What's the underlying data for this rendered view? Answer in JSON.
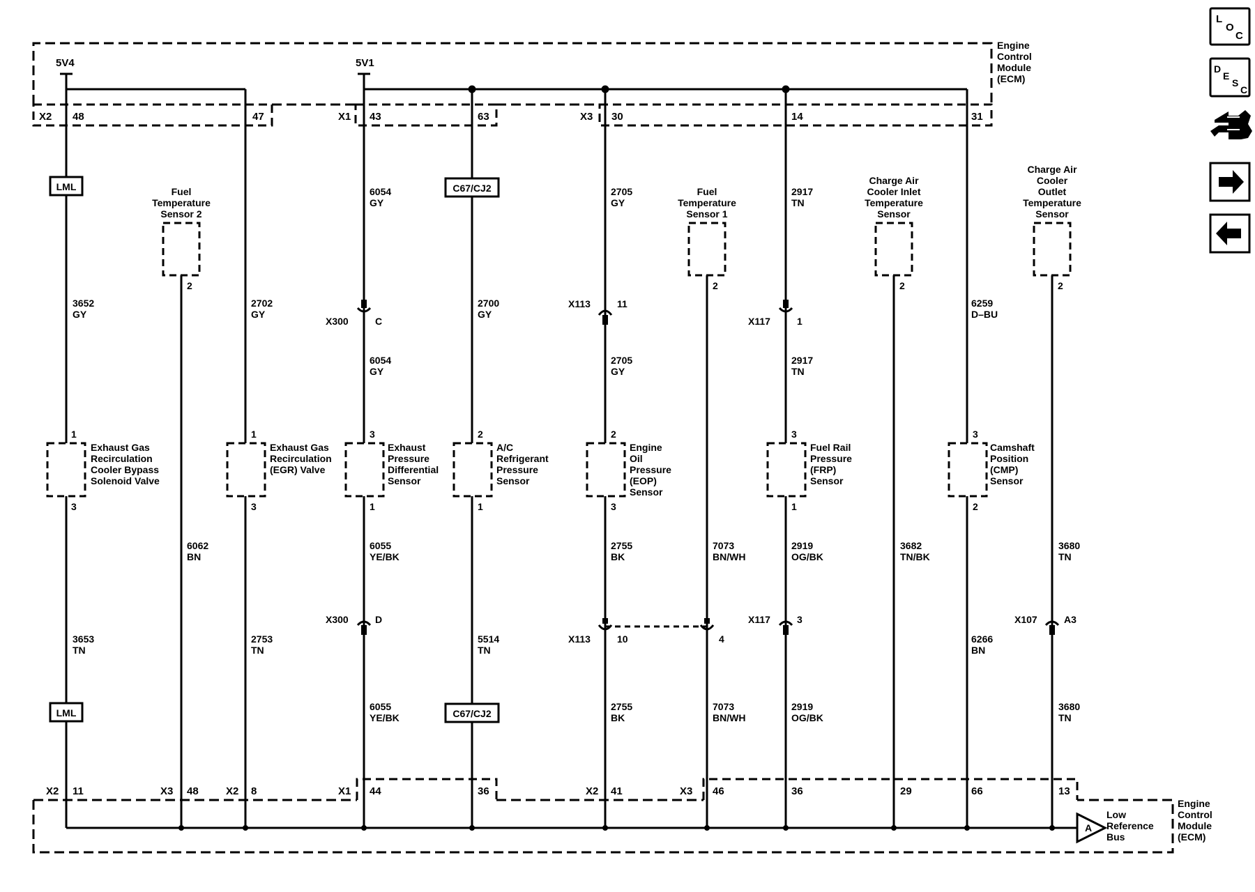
{
  "ecm": {
    "top_label": [
      "Engine",
      "Control",
      "Module",
      "(ECM)"
    ],
    "bottom_label": [
      "Engine",
      "Control",
      "Module",
      "(ECM)"
    ],
    "supply_5v4": "5V4",
    "supply_5v1": "5V1",
    "low_ref_bus": [
      "Low",
      "Reference",
      "Bus"
    ],
    "low_ref_letter": "A"
  },
  "nav": {
    "loc": [
      "L",
      "O",
      "C"
    ],
    "desc": [
      "D",
      "E",
      "S",
      "C"
    ]
  },
  "top_connectors": {
    "x2": "X2",
    "x1": "X1",
    "x3": "X3",
    "pins": [
      "48",
      "47",
      "43",
      "63",
      "30",
      "14",
      "31"
    ]
  },
  "bottom_connectors": {
    "x2a": "X2",
    "x3a": "X3",
    "x2b": "X2",
    "x1": "X1",
    "x2c": "X2",
    "x3b": "X3",
    "pins": [
      "11",
      "48",
      "8",
      "44",
      "36",
      "41",
      "46",
      "36",
      "29",
      "66",
      "13"
    ]
  },
  "options": {
    "lml_top": "LML",
    "lml_bottom": "LML",
    "c67_top": "C67/CJ2",
    "c67_bottom": "C67/CJ2"
  },
  "inline": {
    "x300_c": [
      "X300",
      "C"
    ],
    "x300_d": [
      "X300",
      "D"
    ],
    "x113_11": [
      "X113",
      "11"
    ],
    "x113_10": [
      "X113",
      "10"
    ],
    "x113_4": "4",
    "x117_1": [
      "X117",
      "1"
    ],
    "x117_3": [
      "X117",
      "3"
    ],
    "x107_a3": [
      "X107",
      "A3"
    ]
  },
  "wires": [
    {
      "circuit": "3652",
      "color": "GY"
    },
    {
      "circuit": "3653",
      "color": "TN"
    },
    {
      "circuit": "6062",
      "color": "BN"
    },
    {
      "circuit": "2702",
      "color": "GY"
    },
    {
      "circuit": "2753",
      "color": "TN"
    },
    {
      "circuit": "6054",
      "color": "GY"
    },
    {
      "circuit": "6054",
      "color": "GY"
    },
    {
      "circuit": "6055",
      "color": "YE/BK"
    },
    {
      "circuit": "6055",
      "color": "YE/BK"
    },
    {
      "circuit": "2700",
      "color": "GY"
    },
    {
      "circuit": "5514",
      "color": "TN"
    },
    {
      "circuit": "2705",
      "color": "GY"
    },
    {
      "circuit": "2705",
      "color": "GY"
    },
    {
      "circuit": "2755",
      "color": "BK"
    },
    {
      "circuit": "2755",
      "color": "BK"
    },
    {
      "circuit": "7073",
      "color": "BN/WH"
    },
    {
      "circuit": "7073",
      "color": "BN/WH"
    },
    {
      "circuit": "2917",
      "color": "TN"
    },
    {
      "circuit": "2917",
      "color": "TN"
    },
    {
      "circuit": "2919",
      "color": "OG/BK"
    },
    {
      "circuit": "2919",
      "color": "OG/BK"
    },
    {
      "circuit": "3682",
      "color": "TN/BK"
    },
    {
      "circuit": "6259",
      "color": "D–BU"
    },
    {
      "circuit": "6266",
      "color": "BN"
    },
    {
      "circuit": "3680",
      "color": "TN"
    },
    {
      "circuit": "3680",
      "color": "TN"
    }
  ],
  "components": [
    {
      "name": [
        "Exhaust Gas",
        "Recirculation",
        "Cooler Bypass",
        "Solenoid Valve"
      ],
      "pin_top": "1",
      "pin_bottom": "3"
    },
    {
      "name": [
        "Fuel",
        "Temperature",
        "Sensor 2"
      ],
      "pin_bottom": "2"
    },
    {
      "name": [
        "Exhaust Gas",
        "Recirculation",
        "(EGR) Valve"
      ],
      "pin_top": "1",
      "pin_bottom": "3"
    },
    {
      "name": [
        "Exhaust",
        "Pressure",
        "Differential",
        "Sensor"
      ],
      "pin_top": "3",
      "pin_bottom": "1"
    },
    {
      "name": [
        "A/C",
        "Refrigerant",
        "Pressure",
        "Sensor"
      ],
      "pin_top": "2",
      "pin_bottom": "1"
    },
    {
      "name": [
        "Engine",
        "Oil",
        "Pressure",
        "(EOP)",
        "Sensor"
      ],
      "pin_top": "2",
      "pin_bottom": "3"
    },
    {
      "name": [
        "Fuel",
        "Temperature",
        "Sensor 1"
      ],
      "pin_bottom": "2"
    },
    {
      "name": [
        "Fuel Rail",
        "Pressure",
        "(FRP)",
        "Sensor"
      ],
      "pin_top": "3",
      "pin_bottom": "1"
    },
    {
      "name": [
        "Charge Air",
        "Cooler Inlet",
        "Temperature",
        "Sensor"
      ],
      "pin_bottom": "2"
    },
    {
      "name": [
        "Camshaft",
        "Position",
        "(CMP)",
        "Sensor"
      ],
      "pin_top": "3",
      "pin_bottom": "2"
    },
    {
      "name": [
        "Charge Air",
        "Cooler",
        "Outlet",
        "Temperature",
        "Sensor"
      ],
      "pin_bottom": "2"
    }
  ]
}
